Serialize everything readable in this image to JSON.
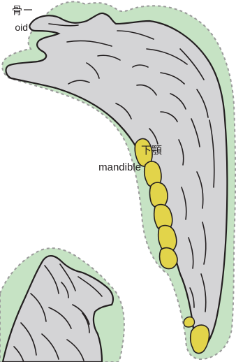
{
  "labels": {
    "hyoid_cn": "骨",
    "hyoid_en": "oid",
    "mandible_cn": "下顎",
    "mandible_en": "mandible"
  },
  "colors": {
    "matrix": "#c6e3c4",
    "matrix_outline": "#9a9a9a",
    "bone": "#d4d4d6",
    "outline": "#231f20",
    "teeth": "#e2d44a"
  }
}
